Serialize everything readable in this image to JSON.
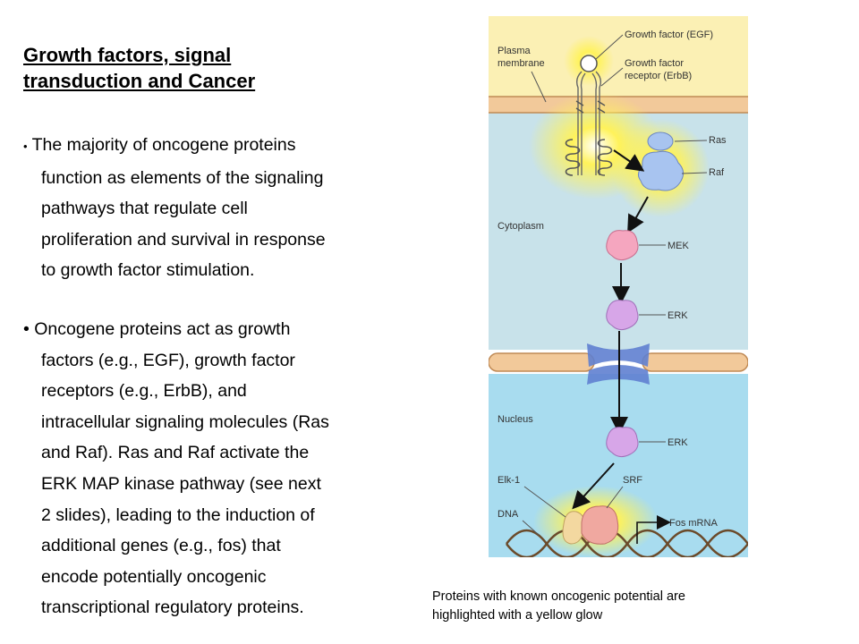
{
  "slide": {
    "title_line1": "Growth factors, signal",
    "title_line2": "transduction and Cancer",
    "bullets": [
      {
        "marker": "•",
        "lines": [
          "The majority of oncogene proteins",
          "function as elements of the signaling",
          "pathways that regulate cell",
          "proliferation and survival in response",
          "to growth factor stimulation."
        ]
      },
      {
        "marker": "•",
        "lines": [
          "Oncogene proteins act as growth",
          "factors (e.g., EGF), growth factor",
          "receptors (e.g., ErbB), and",
          "intracellular signaling molecules (Ras",
          "and Raf). Ras and Raf activate the",
          "ERK MAP kinase pathway (see next",
          "2 slides), leading to the induction of",
          "additional genes (e.g., fos) that",
          "encode potentially oncogenic",
          "transcriptional regulatory proteins."
        ]
      }
    ],
    "caption_line1": "Proteins with known oncogenic potential are",
    "caption_line2": "highlighted with a yellow glow"
  },
  "diagram": {
    "labels": {
      "plasma_membrane_1": "Plasma",
      "plasma_membrane_2": "membrane",
      "growth_factor": "Growth factor (EGF)",
      "receptor_1": "Growth factor",
      "receptor_2": "receptor (ErbB)",
      "ras": "Ras",
      "raf": "Raf",
      "cytoplasm": "Cytoplasm",
      "mek": "MEK",
      "erk_cytoplasm": "ERK",
      "nucleus": "Nucleus",
      "erk_nucleus": "ERK",
      "elk1": "Elk-1",
      "srf": "SRF",
      "dna": "DNA",
      "fos_mrna": "Fos mRNA"
    },
    "colors": {
      "extracellular": "#fbf0b4",
      "membrane": "#f2c99a",
      "cytoplasm": "#c8e2ea",
      "nucleus": "#a8dcef",
      "glow": "#fff25a",
      "ras_raf": "#a8c4f0",
      "mek": "#f5a6bf",
      "erk": "#d7a6e8",
      "pore": "#5f7fd0",
      "srf": "#f0a8a0",
      "elk1": "#f3d8a0"
    }
  }
}
